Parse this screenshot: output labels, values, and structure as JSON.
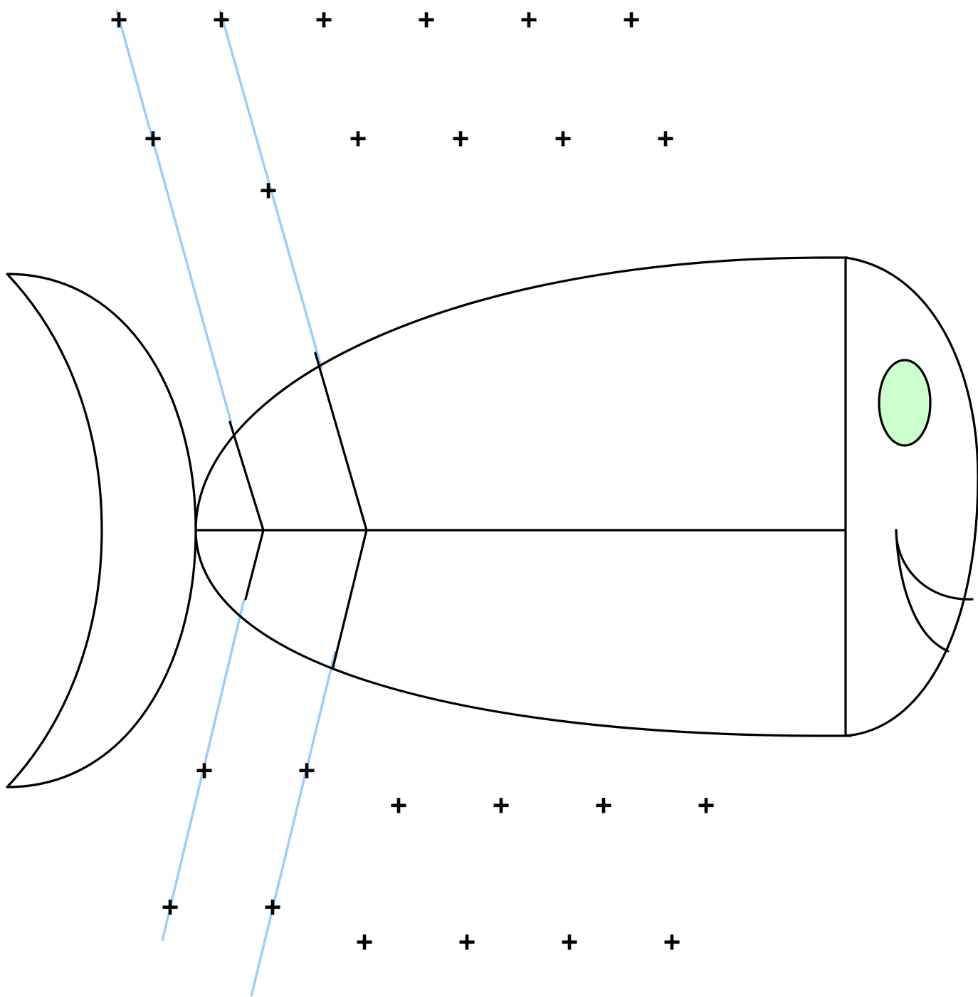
{
  "diagram": {
    "subject": "fish-skeleton drawing with guide lines and plus markers",
    "colors": {
      "outline": "#000000",
      "guide_line": "#99ccff",
      "eye_fill": "#ccffcc",
      "background": "#ffffff"
    },
    "marker_symbol": "+",
    "parts": [
      "tail-fin",
      "body",
      "spine",
      "ribs",
      "head",
      "eye",
      "mouth",
      "guide-lines",
      "plus-markers"
    ]
  }
}
